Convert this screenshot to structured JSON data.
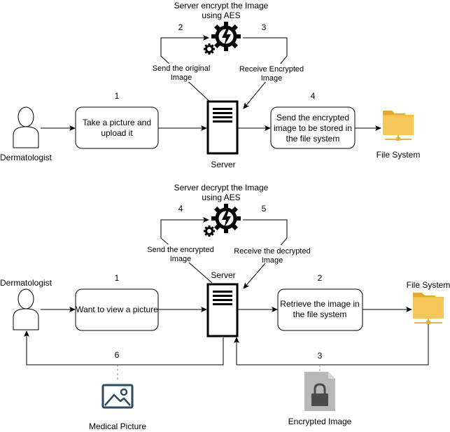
{
  "top": {
    "title_lines": [
      "Server encrypt the Image",
      "using AES"
    ],
    "step_2": "2",
    "step_3": "3",
    "step_1": "1",
    "step_4": "4",
    "send_label": [
      "Send the original",
      "Image"
    ],
    "receive_label": [
      "Receive Encrypted",
      "Image"
    ],
    "actor_label": "Dermatologist",
    "box1": [
      "Take a picture and",
      "upload it"
    ],
    "box2": [
      "Send the encrypted",
      "image to be stored in",
      "the file system"
    ],
    "server_label": "Server",
    "fs_label": "File System"
  },
  "bottom": {
    "title_lines": [
      "Server decrypt the Image",
      "using AES"
    ],
    "step_4": "4",
    "step_5": "5",
    "step_1": "1",
    "step_2": "2",
    "step_3": "3",
    "step_6": "6",
    "send_label": [
      "Send the encrypted",
      "Image"
    ],
    "receive_label": [
      "Receive the decrypted",
      "Image"
    ],
    "actor_label": "Dermatologist",
    "box1": "Want to view a picture",
    "box2": [
      "Retrieve the image in",
      "the file system"
    ],
    "server_label": "Server",
    "fs_label": "File System",
    "medical_label": "Medical Picture",
    "encrypted_label": "Encrypted Image"
  },
  "colors": {
    "folder": "#F2C04E",
    "folder_dark": "#E6A82E",
    "network": "#E8B04A",
    "picture_icon": "#2E4A62",
    "lock_doc": "#B8B8B8",
    "lock": "#4A4A4A"
  },
  "icons": [
    "user-icon",
    "server-icon",
    "aes-gear-icon",
    "folder-network-icon",
    "image-icon",
    "lock-document-icon"
  ]
}
